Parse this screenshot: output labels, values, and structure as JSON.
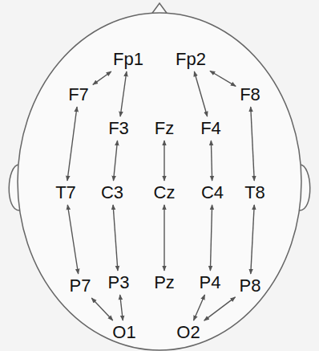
{
  "diagram": {
    "nodes": [
      {
        "text": [
          "Fp1"
        ]
      },
      {
        "text": [
          "Fp2"
        ]
      },
      {
        "text": [
          "F7"
        ]
      },
      {
        "text": [
          "F3"
        ]
      },
      {
        "text": [
          "Fz"
        ]
      },
      {
        "text": [
          "F4"
        ]
      },
      {
        "text": [
          "F8"
        ]
      },
      {
        "text": [
          "T7"
        ]
      },
      {
        "text": [
          "C3"
        ]
      },
      {
        "text": [
          "Cz"
        ]
      },
      {
        "text": [
          "C4"
        ]
      },
      {
        "text": [
          "T8"
        ]
      },
      {
        "text": [
          "P7"
        ]
      },
      {
        "text": [
          "P3"
        ]
      },
      {
        "text": [
          "Pz"
        ]
      },
      {
        "text": [
          "P4"
        ]
      },
      {
        "text": [
          "P8"
        ]
      },
      {
        "text": [
          "O1"
        ]
      },
      {
        "text": [
          "O2"
        ]
      }
    ],
    "edges": [
      {
        "from": 0,
        "to": 2,
        "arrow": "both"
      },
      {
        "from": 2,
        "to": 7,
        "arrow": "both"
      },
      {
        "from": 7,
        "to": 12,
        "arrow": "both"
      },
      {
        "from": 12,
        "to": 17,
        "arrow": "both"
      },
      {
        "from": 0,
        "to": 3,
        "arrow": "both"
      },
      {
        "from": 3,
        "to": 8,
        "arrow": "both"
      },
      {
        "from": 8,
        "to": 13,
        "arrow": "both"
      },
      {
        "from": 13,
        "to": 17,
        "arrow": "both"
      },
      {
        "from": 4,
        "to": 9,
        "arrow": "both"
      },
      {
        "from": 9,
        "to": 14,
        "arrow": "both"
      },
      {
        "from": 1,
        "to": 5,
        "arrow": "both"
      },
      {
        "from": 5,
        "to": 10,
        "arrow": "both"
      },
      {
        "from": 10,
        "to": 15,
        "arrow": "both"
      },
      {
        "from": 15,
        "to": 18,
        "arrow": "both"
      },
      {
        "from": 1,
        "to": 6,
        "arrow": "both"
      },
      {
        "from": 6,
        "to": 11,
        "arrow": "both"
      },
      {
        "from": 11,
        "to": 16,
        "arrow": "both"
      },
      {
        "from": 16,
        "to": 18,
        "arrow": "both"
      }
    ]
  }
}
